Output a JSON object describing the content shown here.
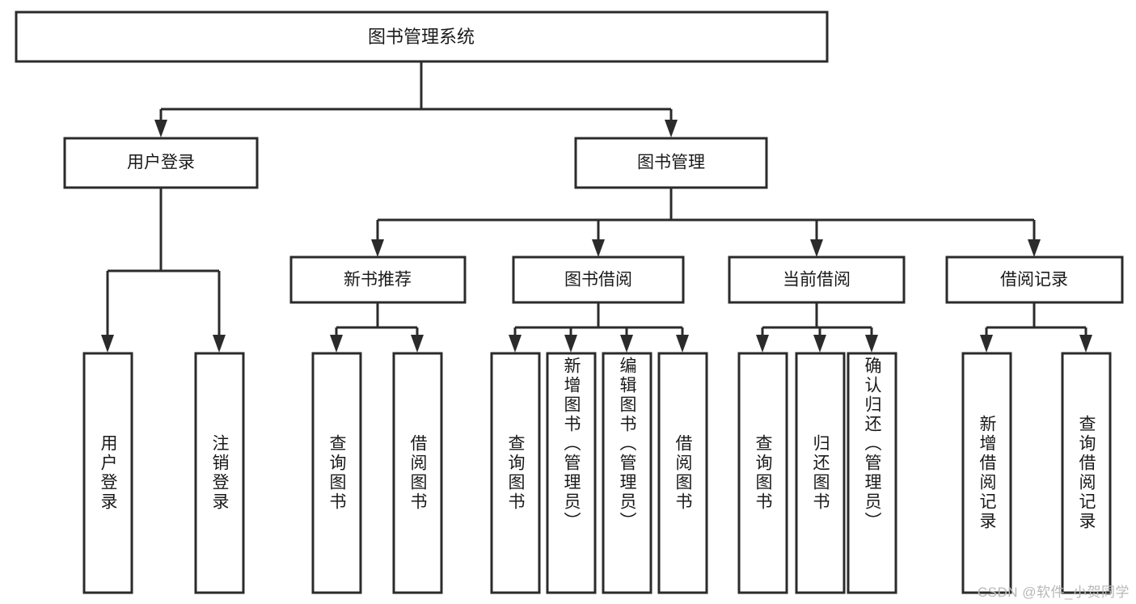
{
  "diagram": {
    "title": "图书管理系统",
    "type": "hierarchy-tree",
    "stroke_color": "#2b2b2b",
    "box_fill": "#ffffff",
    "background": "#ffffff",
    "root": {
      "label": "图书管理系统",
      "children": [
        {
          "label": "用户登录",
          "children": [
            {
              "label": "用户登录"
            },
            {
              "label": "注销登录"
            }
          ]
        },
        {
          "label": "图书管理",
          "children": [
            {
              "label": "新书推荐",
              "children": [
                {
                  "label": "查询图书"
                },
                {
                  "label": "借阅图书"
                }
              ]
            },
            {
              "label": "图书借阅",
              "children": [
                {
                  "label": "查询图书"
                },
                {
                  "label": "新增图书（管理员）"
                },
                {
                  "label": "编辑图书（管理员）"
                },
                {
                  "label": "借阅图书"
                }
              ]
            },
            {
              "label": "当前借阅",
              "children": [
                {
                  "label": "查询图书"
                },
                {
                  "label": "归还图书"
                },
                {
                  "label": "确认归还（管理员）"
                }
              ]
            },
            {
              "label": "借阅记录",
              "children": [
                {
                  "label": "新增借阅记录"
                },
                {
                  "label": "查询借阅记录"
                }
              ]
            }
          ]
        }
      ]
    }
  },
  "watermark": {
    "text": "CSDN @软件_小贺同学"
  }
}
